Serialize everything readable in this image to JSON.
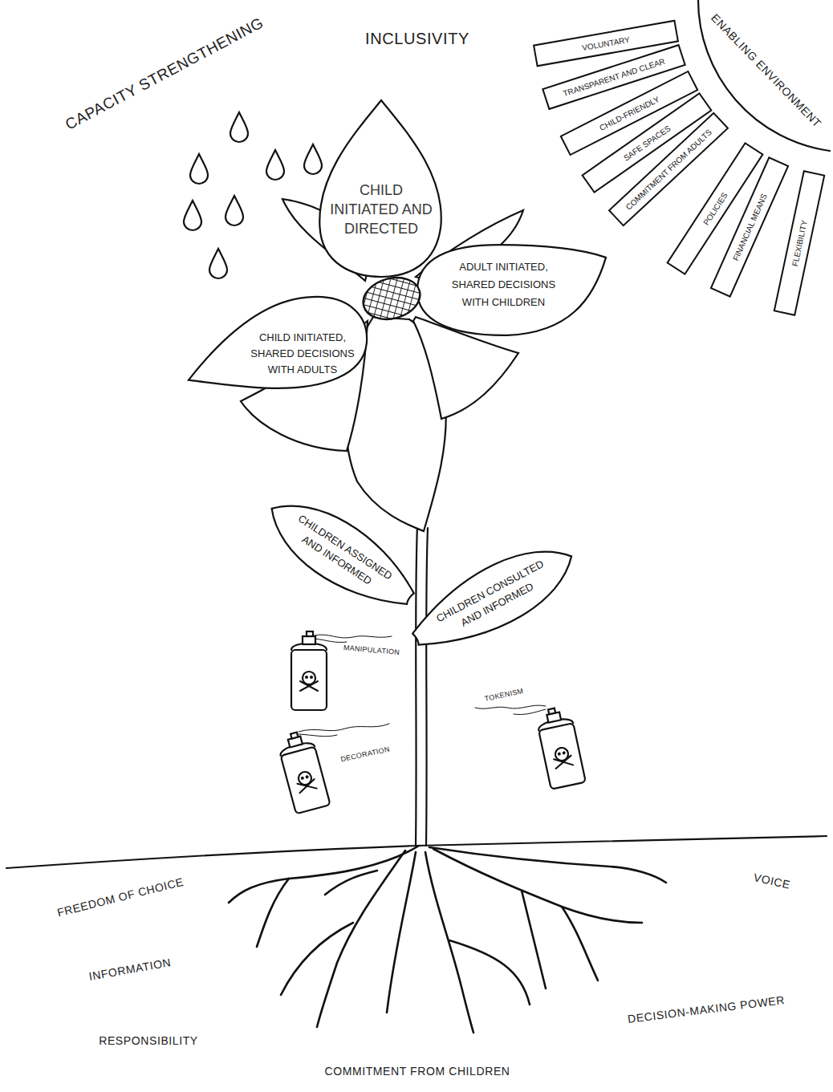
{
  "diagram": {
    "nodes": [
      {
        "text": [
          "VOLUNTARY"
        ]
      },
      {
        "text": [
          "TRANSPARENT AND CLEAR"
        ]
      },
      {
        "text": [
          "CHILD-FRIENDLY"
        ]
      },
      {
        "text": [
          "SAFE SPACES"
        ]
      },
      {
        "text": [
          "COMMITMENT FROM ADULTS"
        ]
      },
      {
        "text": [
          "POLICIES"
        ]
      },
      {
        "text": [
          "FINANCIAL MEANS"
        ]
      },
      {
        "text": [
          "FLEXIBILITY"
        ]
      },
      {
        "text": [
          "CHILD INITIATED AND DIRECTED"
        ]
      },
      {
        "text": [
          "ADULT INITIATED, SHARED DECISIONS WITH CHILDREN"
        ]
      },
      {
        "text": [
          "CHILD INITIATED, SHARED DECISIONS WITH ADULTS"
        ]
      },
      {
        "text": [
          "CHILDREN ASSIGNED AND INFORMED"
        ]
      },
      {
        "text": [
          "CHILDREN CONSULTED AND INFORMED"
        ]
      }
    ],
    "labels": [
      "INCLUSIVITY",
      "CAPACITY STRENGTHENING",
      "ENABLING ENVIRONMENT",
      "MANIPULATION",
      "DECORATION",
      "TOKENISM",
      "FREEDOM OF CHOICE",
      "VOICE",
      "INFORMATION",
      "DECISION-MAKING POWER",
      "RESPONSIBILITY",
      "COMMITMENT FROM CHILDREN"
    ]
  }
}
